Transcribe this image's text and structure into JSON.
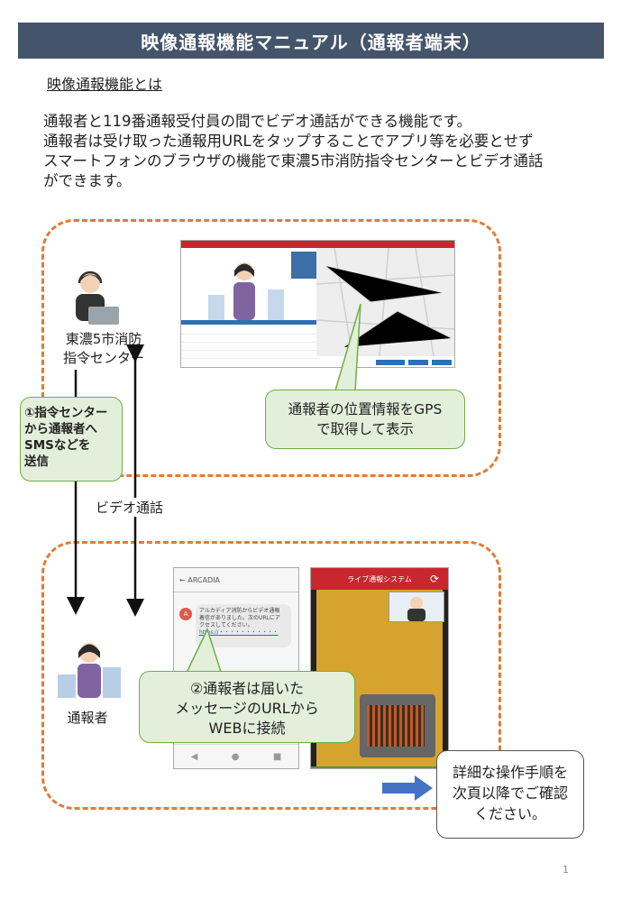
{
  "title": "映像通報機能マニュアル（通報者端末）",
  "heading": "映像通報機能とは",
  "description": [
    "通報者と119番通報受付員の間でビデオ通話ができる機能です。",
    "通報者は受け取った通報用URLをタップすることでアプリ等を必要とせず",
    "スマートフォンのブラウザの機能で東濃5市消防指令センターとビデオ通話",
    "ができます。"
  ],
  "command_center_label": [
    "東濃5市消防",
    "指令センター"
  ],
  "reporter_label": "通報者",
  "video_call_label": "ビデオ通話",
  "callout_gps": [
    "通報者の位置情報をGPS",
    "で取得して表示"
  ],
  "callout_sms": [
    "①指令センター",
    "から通報者へ",
    "SMSなどを",
    "送信"
  ],
  "callout_url": [
    "②通報者は届いた",
    "メッセージのURLから",
    "WEBに接続"
  ],
  "callout_next": [
    "詳細な操作手順を",
    "次頁以降でご確認",
    "ください。"
  ],
  "phone_sms": {
    "app_name": "ARCADIA",
    "avatar_letter": "A",
    "message": [
      "アルカディア消防からビデオ通報",
      "着信がありました。次のURLにア",
      "クセスしてください。"
    ],
    "link": "https://・・・・・・・・・・・"
  },
  "phone_camera": {
    "header_title": "ライブ通報システム"
  },
  "page_number": "1",
  "colors": {
    "title_bg": "#44546a",
    "dash_orange": "#e07b39",
    "callout_green_bg": "#e2efda",
    "callout_green_border": "#70ad47",
    "header_red": "#c8272d",
    "arrow_blue": "#4472c4"
  }
}
